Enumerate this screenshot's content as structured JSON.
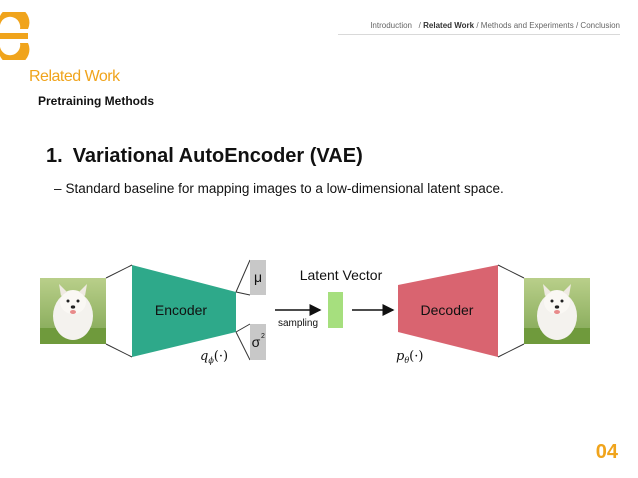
{
  "header": {
    "breadcrumb": {
      "items": [
        {
          "label": "Introduction",
          "active": false
        },
        {
          "label": "/",
          "active": false
        },
        {
          "label": "Related Work",
          "active": true
        },
        {
          "label": "/ Methods and Experiments / Conclusion",
          "active": false
        }
      ]
    }
  },
  "section_title": "Related Work",
  "subsection_title": "Pretraining Methods",
  "heading": {
    "number": "1.",
    "text": "Variational AutoEncoder (VAE)"
  },
  "bullet": {
    "dash": "–",
    "text": "Standard baseline for mapping images to a low-dimensional latent space."
  },
  "diagram": {
    "encoder_label": "Encoder",
    "decoder_label": "Decoder",
    "mu_label": "μ",
    "sigma_label": "σ",
    "sigma_sup": "2",
    "latent_label": "Latent Vector",
    "sampling_label": "sampling",
    "q_label": "q",
    "q_sub": "ϕ",
    "p_label": "p",
    "p_sub": "θ",
    "fn_arg": "(·)",
    "colors": {
      "encoder": "#2ea98a",
      "decoder": "#d96470",
      "latent": "#a6df7e",
      "stats_box": "#c8c8c8"
    }
  },
  "page_number": "04",
  "colors": {
    "accent": "#f0a41c"
  }
}
